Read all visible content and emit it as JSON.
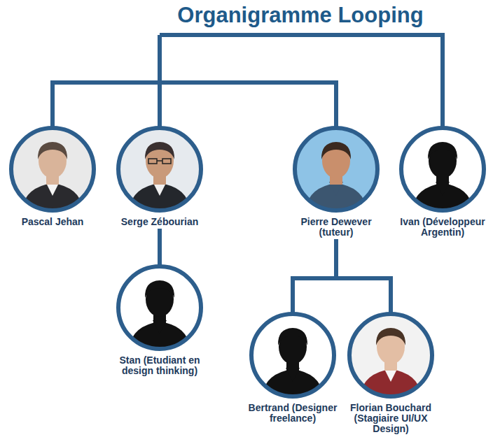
{
  "diagram": {
    "title": "Organigramme Looping",
    "nodes": [
      {
        "text": [
          "Pascal Jehan"
        ]
      },
      {
        "text": [
          "Serge Zébourian"
        ]
      },
      {
        "text": [
          "Pierre Dewever (tuteur)"
        ]
      },
      {
        "text": [
          "Ivan (Développeur Argentin)"
        ]
      },
      {
        "text": [
          "Stan (Etudiant en design thinking)"
        ]
      },
      {
        "text": [
          "Bertrand (Designer freelance)"
        ]
      },
      {
        "text": [
          "Florian Bouchard (Stagiaire UI/UX Design)"
        ]
      }
    ],
    "edges": [
      {
        "from": 1,
        "to": 4,
        "arrow": "none"
      },
      {
        "from": 2,
        "to": 5,
        "arrow": "none"
      },
      {
        "from": 2,
        "to": 6,
        "arrow": "none"
      }
    ]
  }
}
